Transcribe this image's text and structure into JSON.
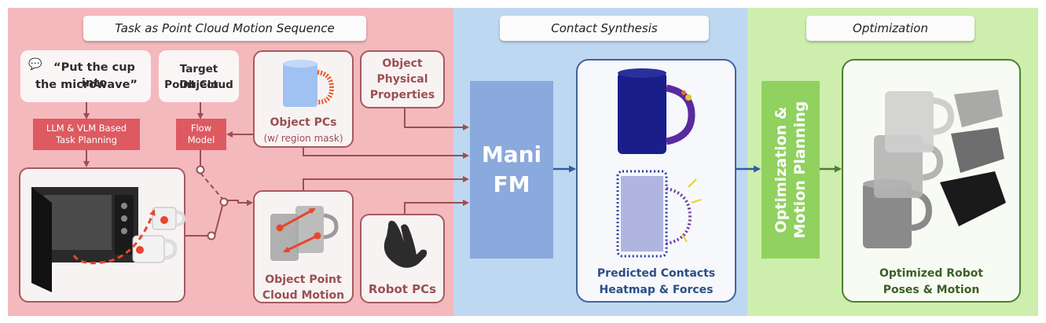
{
  "sections": {
    "task": "Task as Point Cloud Motion Sequence",
    "contact": "Contact Synthesis",
    "optimization": "Optimization"
  },
  "task_panel": {
    "instruction_line1": "“Put the cup into",
    "instruction_line2": "the microwave”",
    "target_line1": "Target Object",
    "target_line2": "Point Cloud",
    "object_pcs_line1": "Object PCs",
    "object_pcs_line2": "(w/ region mask)",
    "physical_line1": "Object",
    "physical_line2": "Physical",
    "physical_line3": "Properties",
    "llm_line1": "LLM & VLM Based",
    "llm_line2": "Task Planning",
    "flow_line1": "Flow",
    "flow_line2": "Model",
    "motion_line1": "Object Point",
    "motion_line2": "Cloud Motion",
    "robot_pcs": "Robot PCs"
  },
  "contact_panel": {
    "model_line1": "Mani",
    "model_line2": "FM",
    "output_line1": "Predicted Contacts",
    "output_line2": "Heatmap & Forces"
  },
  "optimization_panel": {
    "module_line1": "Optimization &",
    "module_line2": "Motion Planning",
    "output_line1": "Optimized Robot",
    "output_line2": "Poses & Motion"
  },
  "colors": {
    "task_bg": "#f4b9bd",
    "contact_bg": "#bfd8f1",
    "optimization_bg": "#cdeead",
    "accent_red": "#de5a61",
    "arrow_brown": "#9b4f53",
    "arrow_blue": "#2e5e9e",
    "arrow_green": "#4d7e33"
  }
}
